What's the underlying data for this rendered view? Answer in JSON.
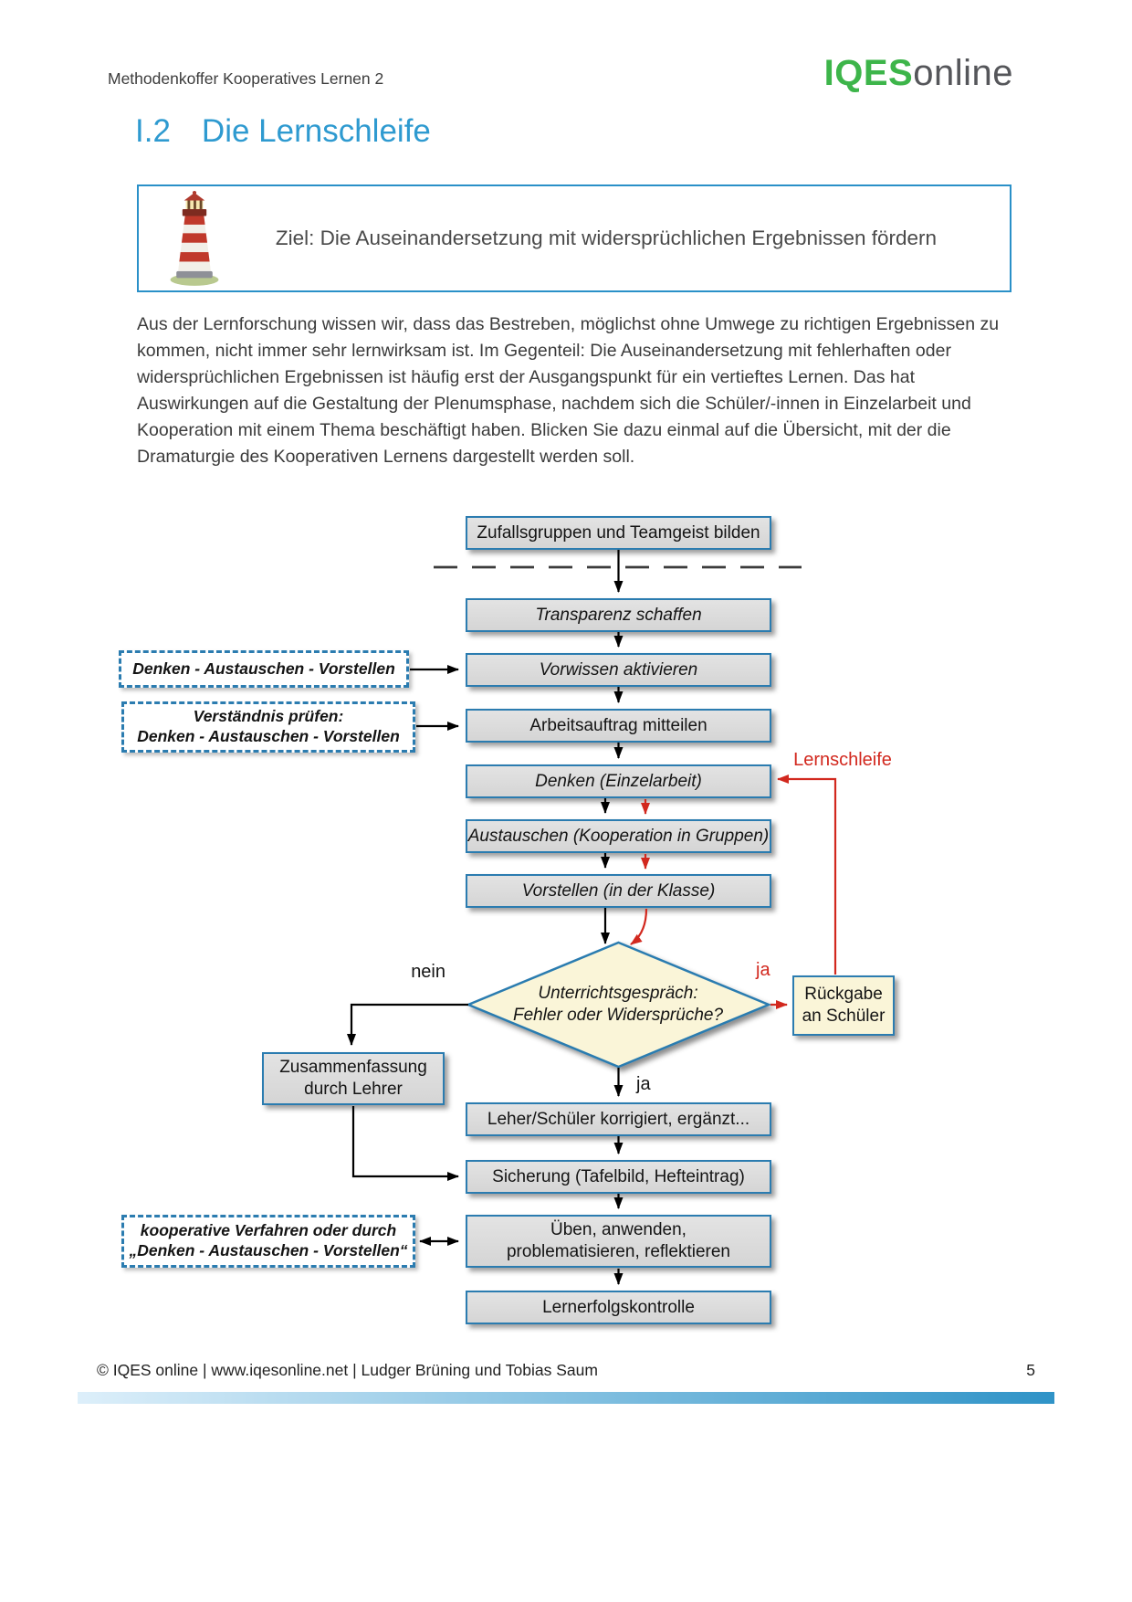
{
  "header": {
    "doc_title": "Methodenkoffer Kooperatives Lernen 2",
    "logo": {
      "iqes": "IQES",
      "online": "online"
    }
  },
  "title": {
    "number": "I.2",
    "text": "Die Lernschleife"
  },
  "goal": {
    "text": "Ziel: Die Auseinandersetzung mit widersprüchlichen Ergebnissen fördern"
  },
  "intro": "Aus der Lernforschung wissen wir, dass das Bestreben, möglichst ohne Umwege zu richtigen Ergebnissen zu kommen, nicht immer sehr lernwirksam ist. Im Gegenteil: Die Auseinandersetzung mit fehlerhaften oder widersprüchlichen Ergebnissen ist häufig erst der Ausgangspunkt für ein vertieftes Lernen. Das hat Auswirkungen auf die Gestaltung der Plenumsphase, nachdem sich die Schüler/-innen in Einzelarbeit und Kooperation mit einem Thema beschäftigt haben. Blicken Sie dazu einmal auf die Übersicht, mit der die Dramaturgie des Kooperativen Lernens dargestellt werden soll.",
  "flow": {
    "nodes": {
      "zufallsgruppen": "Zufallsgruppen und Teamgeist bilden",
      "transparenz": "Transparenz schaffen",
      "vorwissen": "Vorwissen aktivieren",
      "arbeitsauftrag": "Arbeitsauftrag mitteilen",
      "denken": "Denken (Einzelarbeit)",
      "austauschen": "Austauschen (Kooperation in Gruppen)",
      "vorstellen": "Vorstellen (in der Klasse)",
      "entscheidung": "Unterrichtsgespräch:\nFehler oder Widersprüche?",
      "zusammenfassung": "Zusammenfassung\ndurch Lehrer",
      "rueckgabe": "Rückgabe\nan Schüler",
      "korrigiert": "Leher/Schüler korrigiert, ergänzt...",
      "sicherung": "Sicherung (Tafelbild, Hefteintrag)",
      "ueben": "Üben, anwenden,\nproblematisieren, reflektieren",
      "lernerfolgskontrolle": "Lernerfolgskontrolle"
    },
    "notes": {
      "dav": "Denken - Austauschen - Vorstellen",
      "verstaendnis": "Verständnis prüfen:\nDenken - Austauschen - Vorstellen",
      "kooperativ": "kooperative Verfahren oder durch\n„Denken - Austauschen - Vorstellen“"
    },
    "labels": {
      "lernschleife": "Lernschleife",
      "nein": "nein",
      "ja_rechts": "ja",
      "ja_unten": "ja"
    }
  },
  "footer": {
    "line": "© IQES online | www.iqesonline.net | Ludger Brüning und Tobias Saum",
    "page_number": "5"
  },
  "colors": {
    "accent_blue": "#2E9AD0",
    "box_border_blue": "#2B7CB0",
    "box_fill_gray": "#DCDCDC",
    "cream_fill": "#FAF5D8",
    "loop_red": "#D2281E",
    "logo_green": "#3DB54A"
  }
}
